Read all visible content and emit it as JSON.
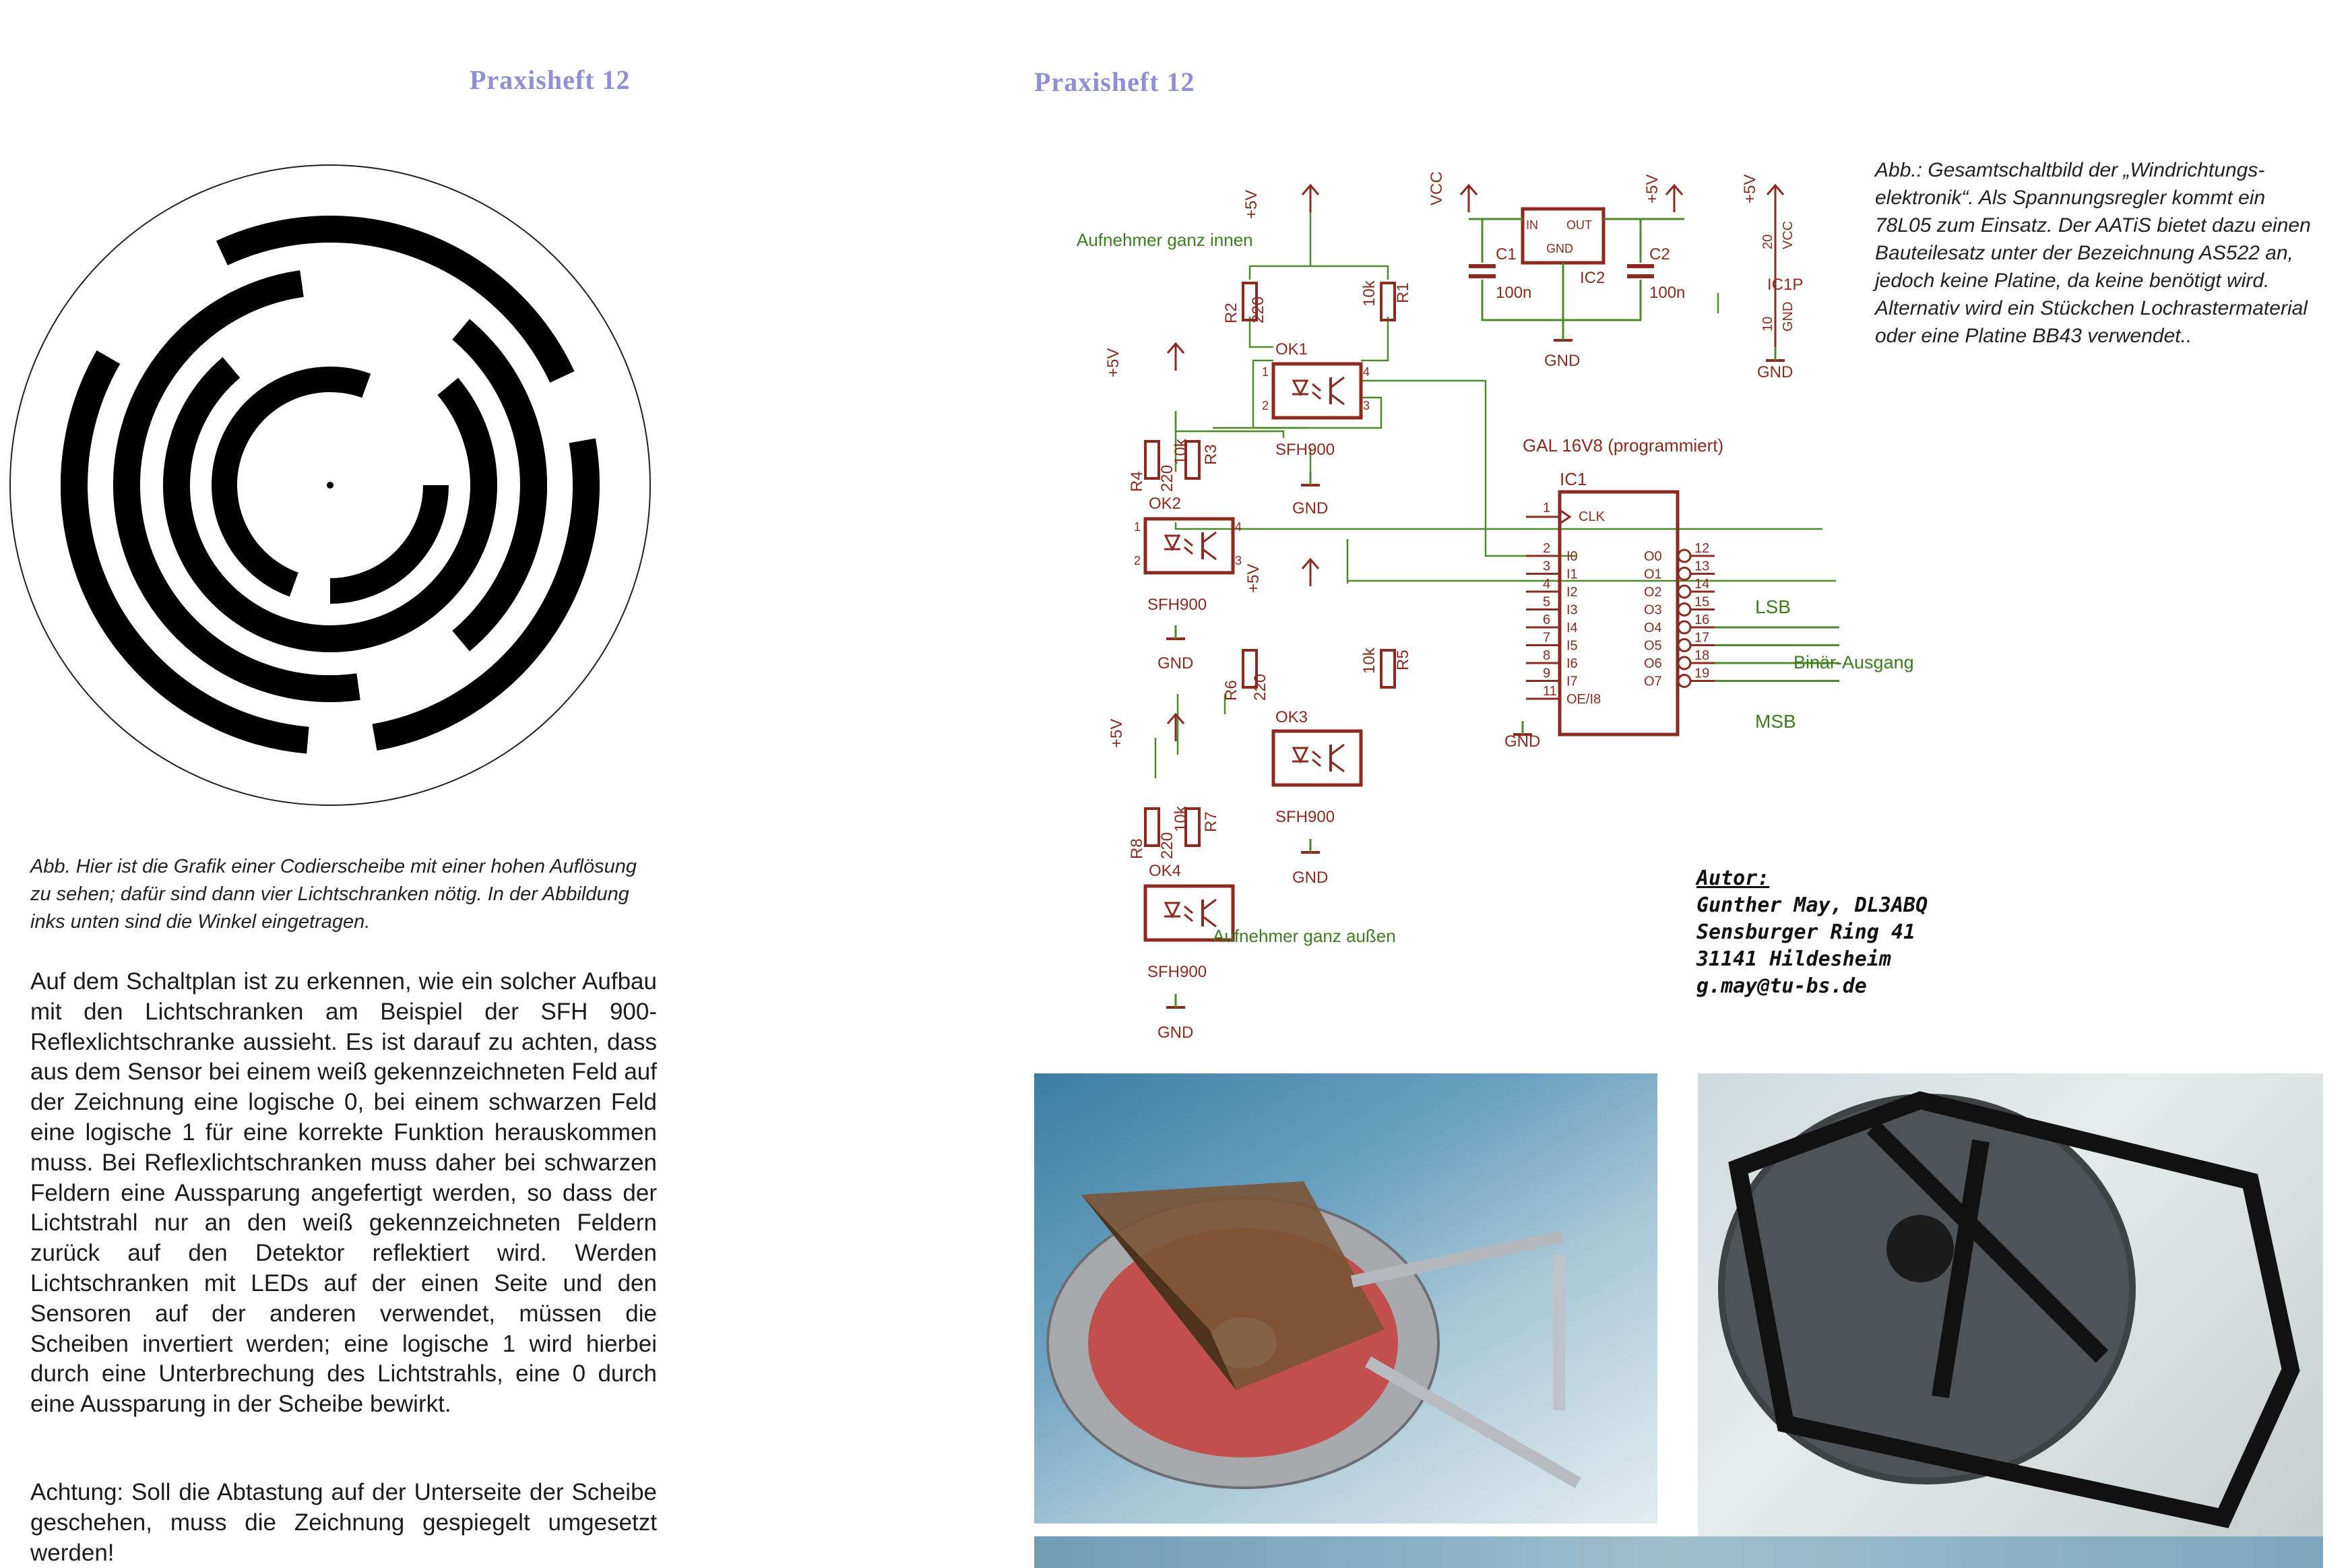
{
  "header": {
    "left": "Praxisheft 12",
    "right": "Praxisheft 12"
  },
  "left_caption": "Abb. Hier ist die Grafik einer Codierscheibe mit einer hohen Auflösung zu sehen; dafür sind dann vier Lichtschranken nötig. In der Abbildung inks unten sind die Winkel eingetragen.",
  "body_paragraph": "Auf dem Schaltplan ist zu erkennen, wie ein solcher Aufbau mit den Lichtschranken am Beispiel der SFH 900-Reflexlichtschranke aussieht. Es ist darauf zu achten, dass aus dem Sensor bei einem weiß gekennzeichneten Feld auf der Zeichnung eine logische 0, bei einem schwarzen Feld eine logische 1 für eine korrekte Funktion herauskommen muss. Bei Reflexlichtschranken muss daher bei schwarzen Feldern eine Aussparung angefertigt werden, so dass der Lichtstrahl nur an den weiß gekennzeichneten Feldern zurück auf den Detektor reflektiert wird. Werden Lichtschranken mit LEDs auf der einen Seite und den Sensoren auf der anderen verwendet, müssen die Scheiben invertiert werden; eine logische 1 wird hierbei durch eine Unterbrechung des Lichtstrahls, eine 0 durch eine Aussparung in der Scheibe bewirkt.",
  "body_note": "Achtung: Soll die Abtastung auf der Unterseite der Scheibe geschehen, muss die Zeichnung gespiegelt umgesetzt werden!",
  "right_caption": "Abb.: Gesamtschaltbild der „Windrichtungs-elektronik“. Als Spannungsregler kommt ein 78L05 zum Einsatz. Der AATiS bietet dazu einen Bauteilesatz unter der Bezeichnung AS522 an, jedoch keine Platine, da keine benötigt wird. Alternativ wird ein Stückchen Lochrastermaterial oder eine Platine BB43 verwendet..",
  "schematic": {
    "label_inner": "Aufnehmer ganz innen",
    "label_outer": "Aufnehmer ganz außen",
    "gal_label": "GAL 16V8 (programmiert)",
    "ic1": "IC1",
    "ic2": "IC2",
    "ic1p": "IC1P",
    "vcc": "VCC",
    "plus5v": "+5V",
    "gnd": "GND",
    "sfh": "SFH900",
    "ok1": "OK1",
    "ok2": "OK2",
    "ok3": "OK3",
    "ok4": "OK4",
    "r1": "R1",
    "r2": "R2",
    "r3": "R3",
    "r4": "R4",
    "r5": "R5",
    "r6": "R6",
    "r7": "R7",
    "r8": "R8",
    "r_10k": "10k",
    "r_220": "220",
    "c1": "C1",
    "c2": "C2",
    "c_val": "100n",
    "reg_in": "IN",
    "reg_out": "OUT",
    "reg_gnd": "GND",
    "pin_clk": "CLK",
    "inputs": [
      "I0",
      "I1",
      "I2",
      "I3",
      "I4",
      "I5",
      "I6",
      "I7",
      "OE/I8"
    ],
    "outputs": [
      "O0",
      "O1",
      "O2",
      "O3",
      "O4",
      "O5",
      "O6",
      "O7"
    ],
    "in_pins": [
      "1",
      "2",
      "3",
      "4",
      "5",
      "6",
      "7",
      "8",
      "9",
      "11"
    ],
    "out_pins": [
      "12",
      "13",
      "14",
      "15",
      "16",
      "17",
      "18",
      "19"
    ],
    "p20": "20",
    "p10": "10",
    "p1": "1",
    "p2": "2",
    "p3": "3",
    "p4": "4",
    "lsb": "LSB",
    "msb": "MSB",
    "binary_out": "Binär-Ausgang"
  },
  "author": {
    "title": "Autor:",
    "name": "Gunther May, DL3ABQ",
    "street": "Sensburger Ring 41",
    "city": "31141 Hildesheim",
    "email": "g.may@tu-bs.de"
  },
  "colors": {
    "header": "#8f8fd6",
    "schematic_part": "#8b2a1e",
    "schematic_wire": "#4f8a2a",
    "schematic_label": "#3e7d1f"
  }
}
